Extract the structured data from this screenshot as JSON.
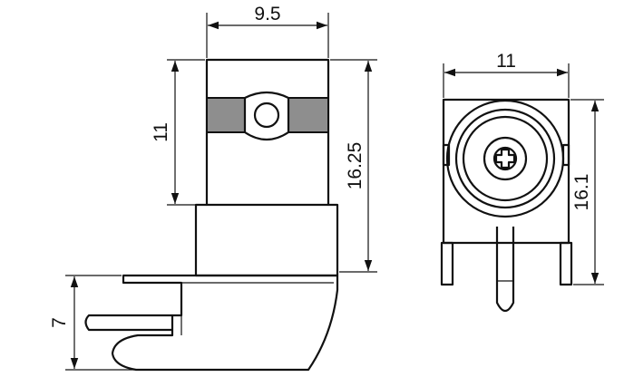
{
  "dimensions": {
    "side_width": "9.5",
    "side_upper_height": "11",
    "side_total_height": "16.25",
    "side_pin_height": "7",
    "front_width": "11",
    "front_height": "16.1"
  }
}
